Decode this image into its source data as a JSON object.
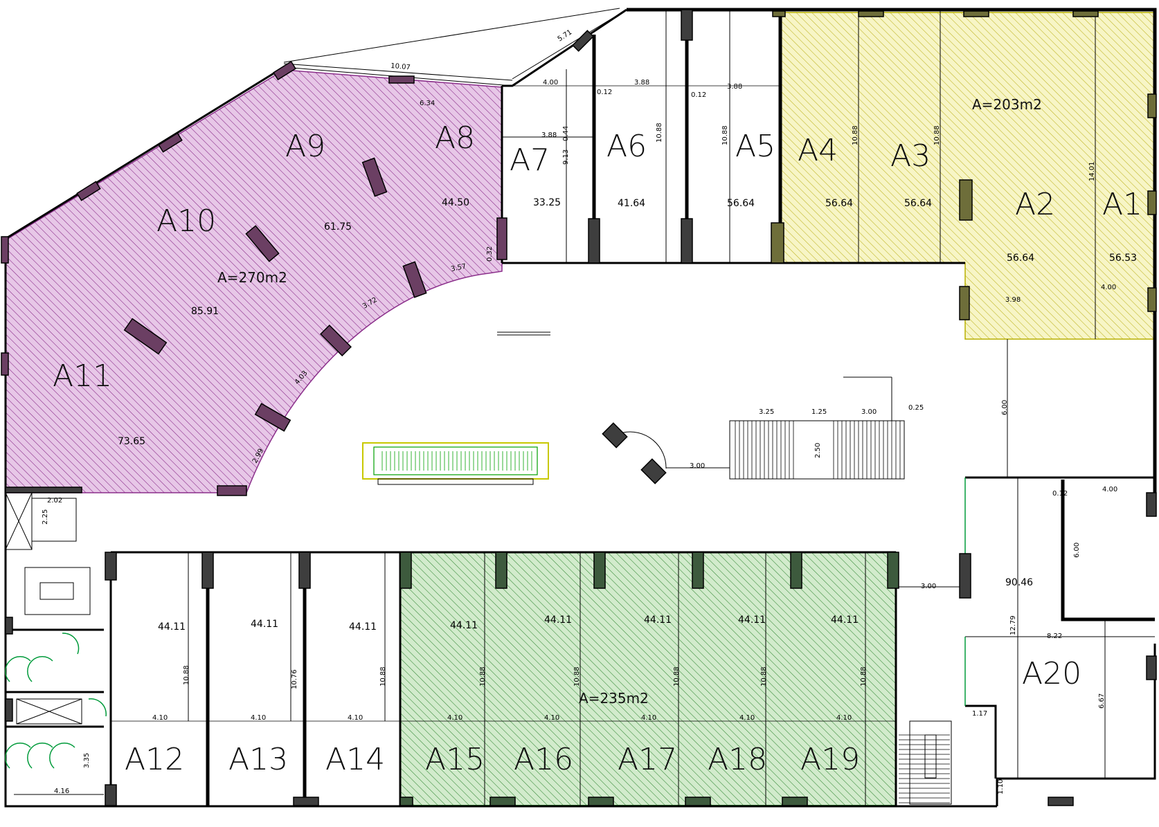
{
  "plan": {
    "zones": [
      {
        "id": "purple",
        "area_label": "A=270m2",
        "fill": "#d8a8d8",
        "stroke": "#8b2f8b"
      },
      {
        "id": "yellow",
        "area_label": "A=203m2",
        "fill": "#f2ef9c",
        "stroke": "#b8b000"
      },
      {
        "id": "green",
        "area_label": "A=235m2",
        "fill": "#a8d8a0",
        "stroke": "#2e8b2e"
      }
    ],
    "units": [
      {
        "name": "A1",
        "area": "56.53"
      },
      {
        "name": "A2",
        "area": "56.64"
      },
      {
        "name": "A3",
        "area": "56.64"
      },
      {
        "name": "A4",
        "area": "56.64"
      },
      {
        "name": "A5",
        "area": "56.64"
      },
      {
        "name": "A6",
        "area": "41.64"
      },
      {
        "name": "A7",
        "area": "33.25"
      },
      {
        "name": "A8",
        "area": "44.50"
      },
      {
        "name": "A9",
        "area": "61.75"
      },
      {
        "name": "A10",
        "area": "85.91"
      },
      {
        "name": "A11",
        "area": "73.65"
      },
      {
        "name": "A12",
        "area": "44.11"
      },
      {
        "name": "A13",
        "area": "44.11"
      },
      {
        "name": "A14",
        "area": "44.11"
      },
      {
        "name": "A15",
        "area": "44.11"
      },
      {
        "name": "A16",
        "area": "44.11"
      },
      {
        "name": "A17",
        "area": "44.11"
      },
      {
        "name": "A18",
        "area": "44.11"
      },
      {
        "name": "A19",
        "area": "44.11"
      },
      {
        "name": "A20",
        "area": "90.46"
      }
    ],
    "dimensions": {
      "top_diag": "5.71",
      "top_long": "10.07",
      "a8_width": "6.34",
      "a7_top": "4.00",
      "a6_top": "3.88",
      "a5_top": "3.88",
      "a7_inner": "3.88",
      "a7_vert": "9.13",
      "a7_vert2": "0.44",
      "a6_wall": "0.12",
      "a5_wall": "0.12",
      "a6_height": "10.88",
      "a5_height": "10.88",
      "a4_height": "10.88",
      "a3_height": "10.88",
      "a1_height": "14.01",
      "a2_bottom": "3.98",
      "a1_bottom": "4.00",
      "curve_1": "3.57",
      "curve_2": "3.72",
      "curve_3": "4.03",
      "curve_4": "2.99",
      "curve_small": "0.32",
      "stair_1": "3.25",
      "stair_2": "1.25",
      "stair_3": "3.00",
      "stair_4": "0.25",
      "stair_h": "2.50",
      "stair_run": "3.00",
      "right_vert": "6.00",
      "a20_w": "4.00",
      "a20_wall": "0.12",
      "a20_inner_h": "6.00",
      "a20_corridor": "3.00",
      "a20_h": "12.79",
      "a20_w2": "8.22",
      "a20_h2": "6.67",
      "a20_small": "1.17",
      "a20_base": "1.10",
      "bottom_w": "4.10",
      "bottom_h1": "10.88",
      "bottom_h2": "10.76",
      "elev_w": "2.02",
      "elev_h": "2.25",
      "wc_w": "4.16",
      "wc_h": "3.35"
    }
  }
}
